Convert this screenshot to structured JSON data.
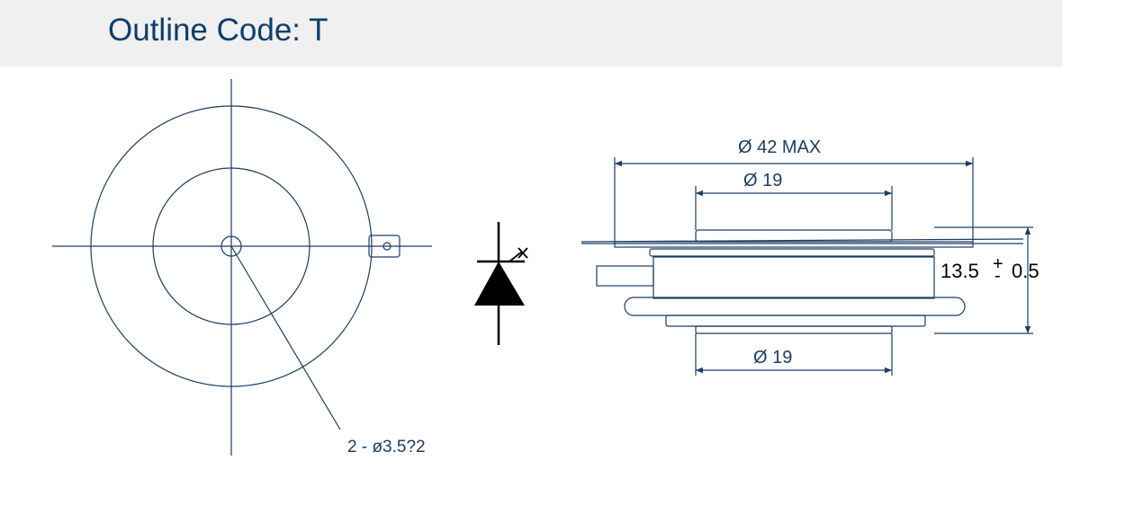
{
  "header": {
    "title": "Outline Code: T"
  },
  "top_view": {
    "hole_callout": "2 - ø3.5?2"
  },
  "side_view": {
    "dim_outer": "Ø 42 MAX",
    "dim_top": "Ø 19",
    "dim_bottom": "Ø 19",
    "height_value": "13.5",
    "tolerance_plus": "+",
    "tolerance_minus": "-",
    "tolerance_value": "0.5"
  },
  "colors": {
    "title": "#0e3e6b",
    "line": "#1c3d63",
    "header_bg": "#f0f0f0",
    "symbol": "#000000"
  },
  "icons": {
    "diode_symbol": "thyristor-symbol-icon"
  }
}
